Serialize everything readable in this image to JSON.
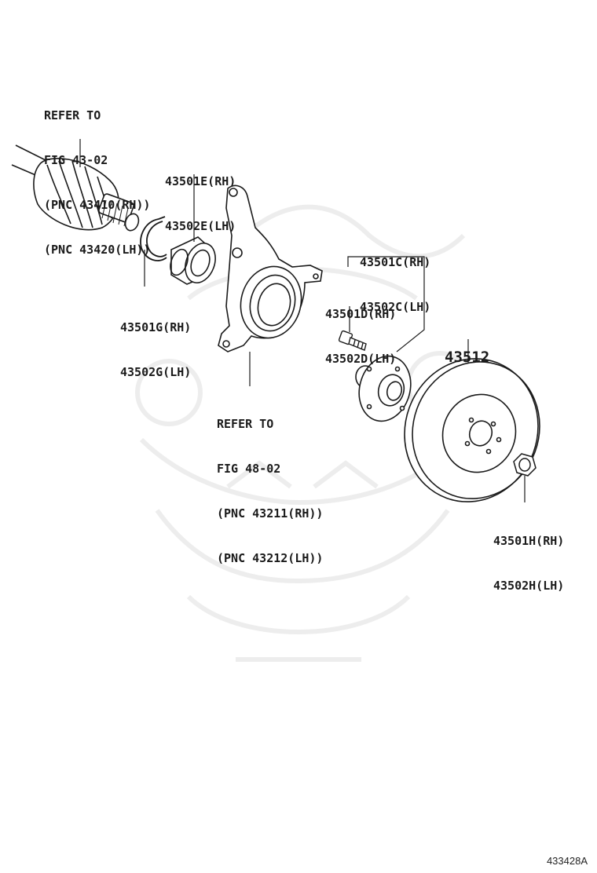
{
  "labels": {
    "refer_fig_43_02": [
      "REFER TO",
      "FIG 43-02",
      "(PNC 43410(RH))",
      "(PNC 43420(LH))"
    ],
    "bearing": [
      "43501E(RH)",
      "43502E(LH)"
    ],
    "snap_ring": [
      "43501G(RH)",
      "43502G(LH)"
    ],
    "hub": [
      "43501C(RH)",
      "43502C(LH)"
    ],
    "hub_bolt": [
      "43501D(RH)",
      "43502D(LH)"
    ],
    "disc": [
      "43512"
    ],
    "refer_fig_48_02": [
      "REFER TO",
      "FIG 48-02",
      "(PNC 43211(RH))",
      "(PNC 43212(LH))"
    ],
    "hub_nut": [
      "43501H(RH)",
      "43502H(LH)"
    ]
  },
  "figure_code": "433428A"
}
